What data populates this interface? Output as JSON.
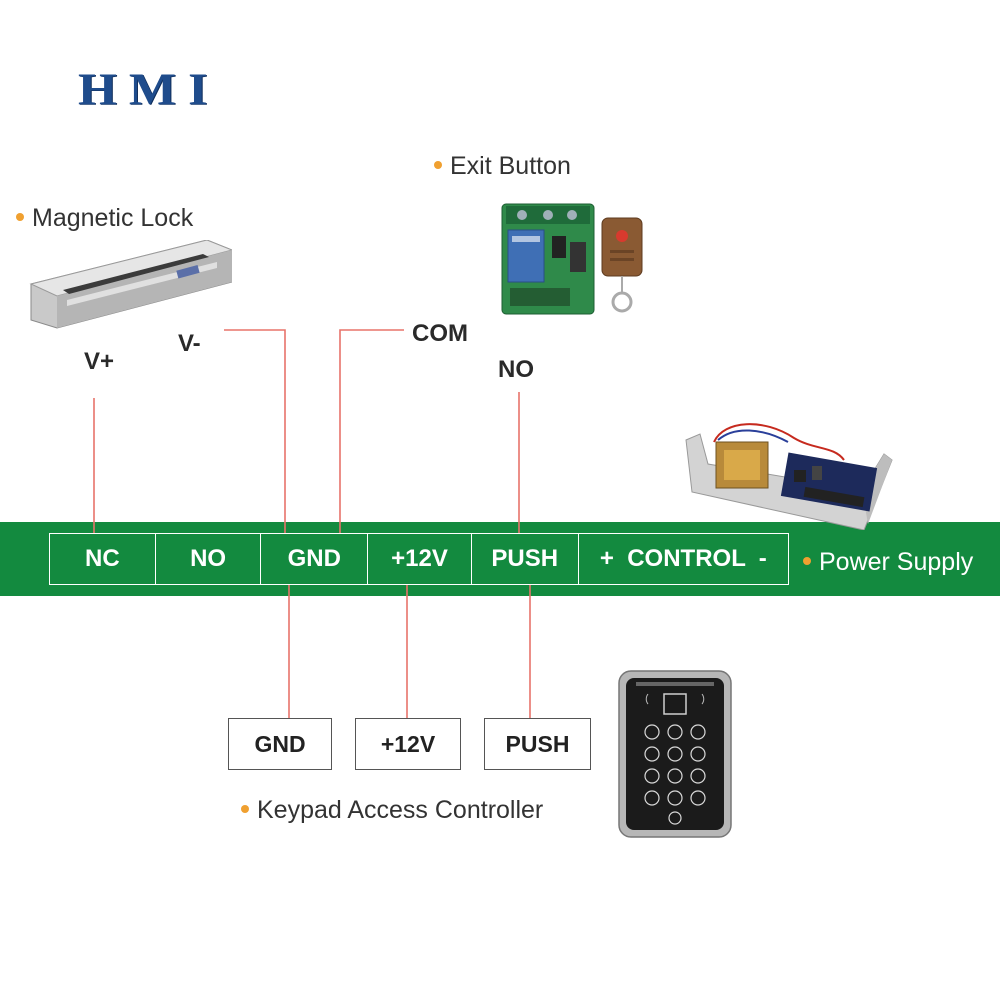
{
  "logo": {
    "text": "HMI"
  },
  "captions": {
    "magnetic_lock": "Magnetic Lock",
    "exit_button": "Exit Button",
    "power_supply": "Power Supply",
    "keypad_controller": "Keypad Access Controller"
  },
  "wire_labels": {
    "v_plus": "V+",
    "v_minus": "V-",
    "com": "COM",
    "no": "NO"
  },
  "terminals": [
    {
      "id": "nc",
      "label": "NC"
    },
    {
      "id": "no",
      "label": "NO"
    },
    {
      "id": "gnd",
      "label": "GND"
    },
    {
      "id": "v12",
      "label": "+12V"
    },
    {
      "id": "push",
      "label": "PUSH"
    },
    {
      "id": "control",
      "label": "+  CONTROL  -"
    }
  ],
  "keypad_boxes": [
    {
      "id": "gnd",
      "label": "GND"
    },
    {
      "id": "v12",
      "label": "+12V"
    },
    {
      "id": "push",
      "label": "PUSH"
    }
  ],
  "colors": {
    "band_green": "#138a3f",
    "bullet_orange": "#f0a030",
    "wire_red": "#e8736a",
    "logo_blue": "#1f4c8c"
  },
  "icons": {
    "lock": "magnetic-lock-device",
    "relay": "wireless-relay-with-remote",
    "psu": "power-supply-unit",
    "keypad": "keypad-access-device"
  }
}
